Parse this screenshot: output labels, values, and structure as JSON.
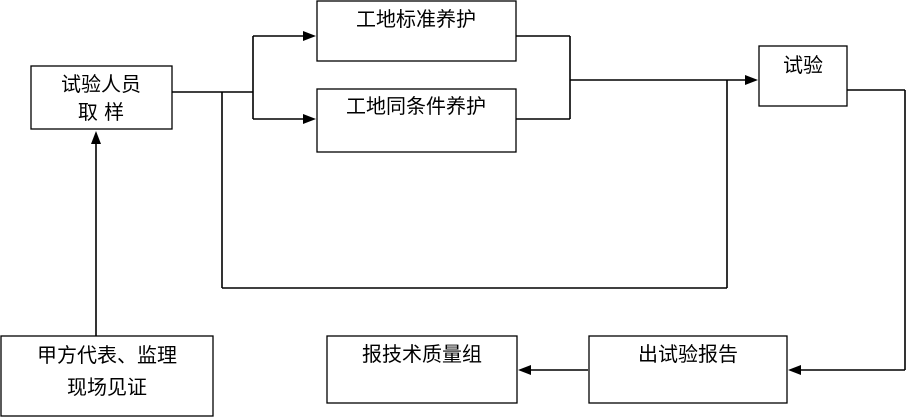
{
  "diagram": {
    "nodes": {
      "sampling": {
        "line1": "试验人员",
        "line2": "取 样"
      },
      "standard_curing": {
        "label": "工地标准养护"
      },
      "same_condition_curing": {
        "label": "工地同条件养护"
      },
      "test": {
        "label": "试验"
      },
      "witness": {
        "line1": "甲方代表、监理",
        "line2": "现场见证"
      },
      "quality_group": {
        "label": "报技术质量组"
      },
      "report": {
        "label": "出试验报告"
      }
    }
  }
}
